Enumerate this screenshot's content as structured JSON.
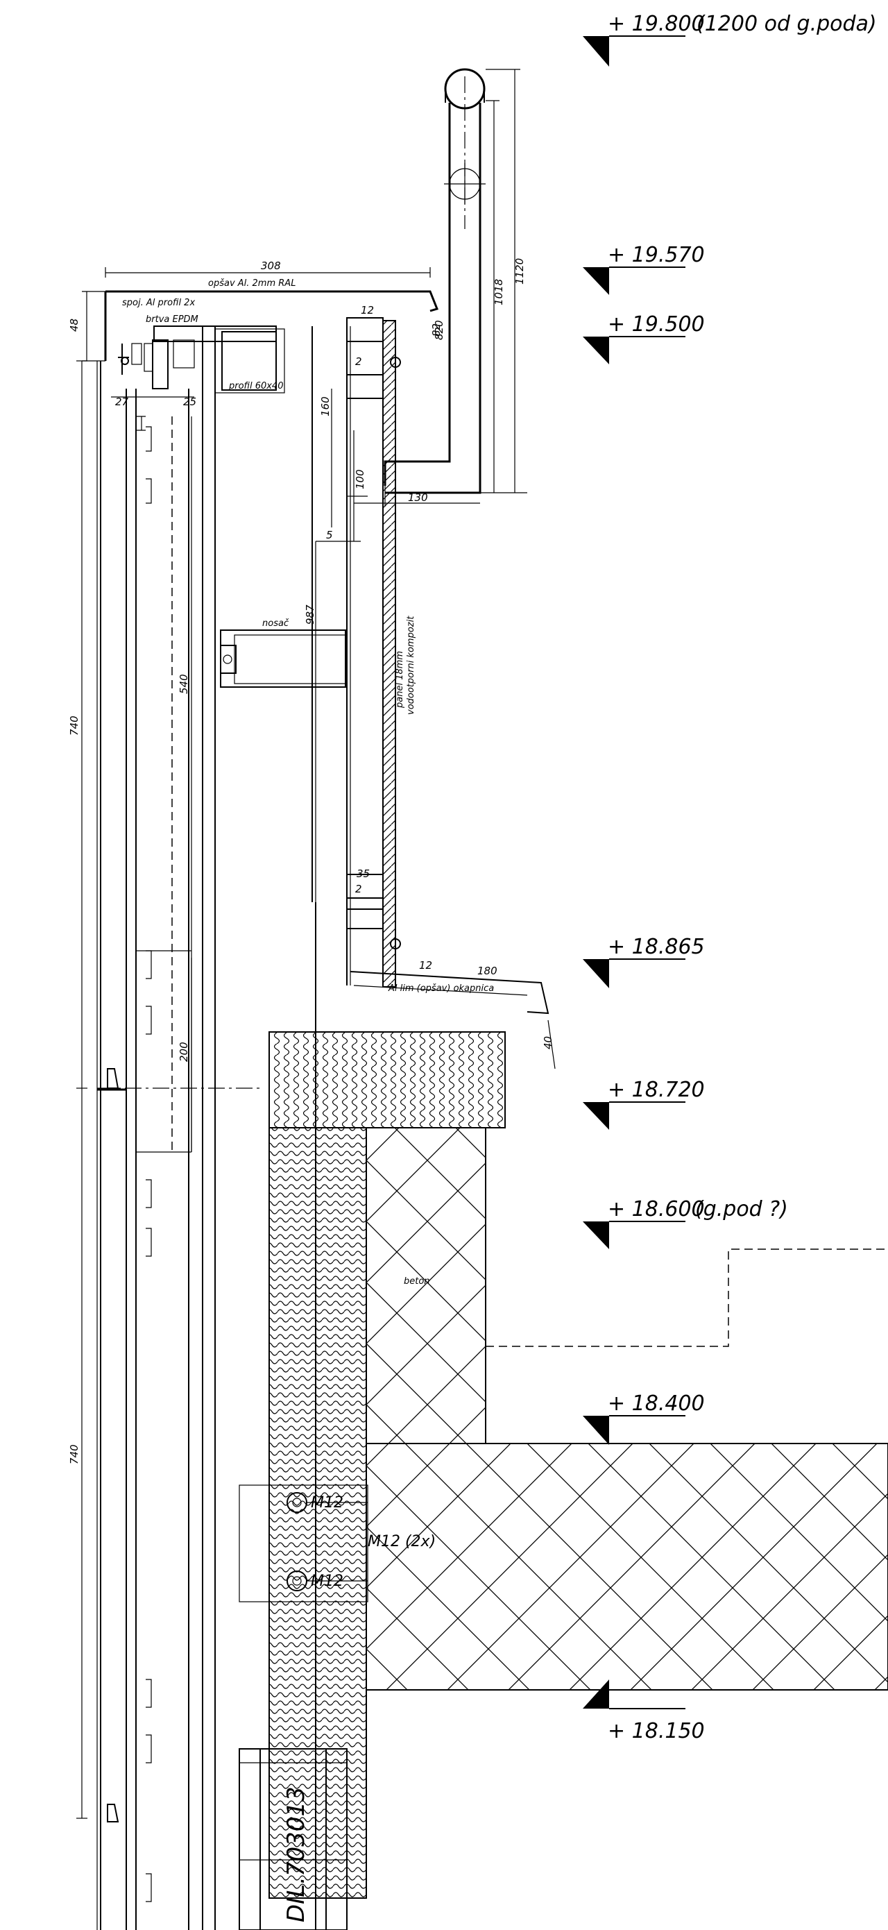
{
  "levels": [
    {
      "id": "l19800",
      "label": "+ 19.800",
      "note": "(1200 od g.poda)"
    },
    {
      "id": "l19570",
      "label": "+ 19.570",
      "note": ""
    },
    {
      "id": "l19500",
      "label": "+ 19.500",
      "note": ""
    },
    {
      "id": "l18865",
      "label": "+ 18.865",
      "note": ""
    },
    {
      "id": "l18720",
      "label": "+ 18.720",
      "note": ""
    },
    {
      "id": "l18600",
      "label": "+ 18.600",
      "note": "(g.pod ?)"
    },
    {
      "id": "l18400",
      "label": "+ 18.400",
      "note": ""
    },
    {
      "id": "l18150",
      "label": "+ 18.150",
      "note": ""
    }
  ],
  "dimensions": {
    "d308": "308",
    "d740a": "740",
    "d740b": "740",
    "d540": "540",
    "d200": "200",
    "d987": "987",
    "d1018": "1018",
    "d1120": "1120",
    "d820": "820",
    "d160": "160",
    "d100": "100",
    "d130": "130",
    "d180": "180",
    "d82": "82",
    "d40": "40",
    "d48": "48",
    "d12a": "12",
    "d12b": "12",
    "d27": "27",
    "d25": "25",
    "d35": "35",
    "d2a": "2",
    "d2b": "2",
    "d5": "5"
  },
  "anchors": {
    "m12a": "M12",
    "m12b": "M12",
    "m12x2": "M12 (2x)"
  },
  "labels": {
    "dil": "DIL.703013",
    "beton": "beton"
  }
}
